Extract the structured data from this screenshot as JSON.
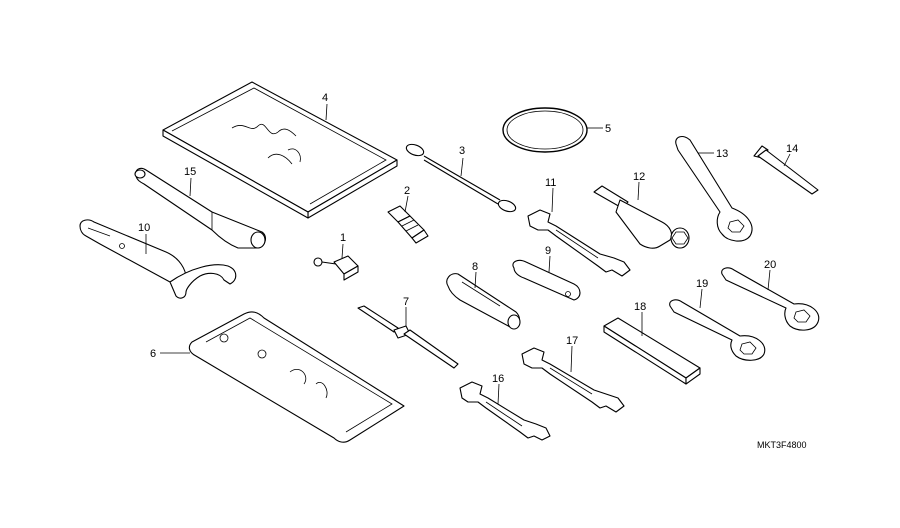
{
  "diagram": {
    "reference_code": "MKT3F4800",
    "callouts": {
      "1": "1",
      "2": "2",
      "3": "3",
      "4": "4",
      "5": "5",
      "6": "6",
      "7": "7",
      "8": "8",
      "9": "9",
      "10": "10",
      "11": "11",
      "12": "12",
      "13": "13",
      "14": "14",
      "15": "15",
      "16": "16",
      "17": "17",
      "18": "18",
      "19": "19",
      "20": "20"
    }
  }
}
